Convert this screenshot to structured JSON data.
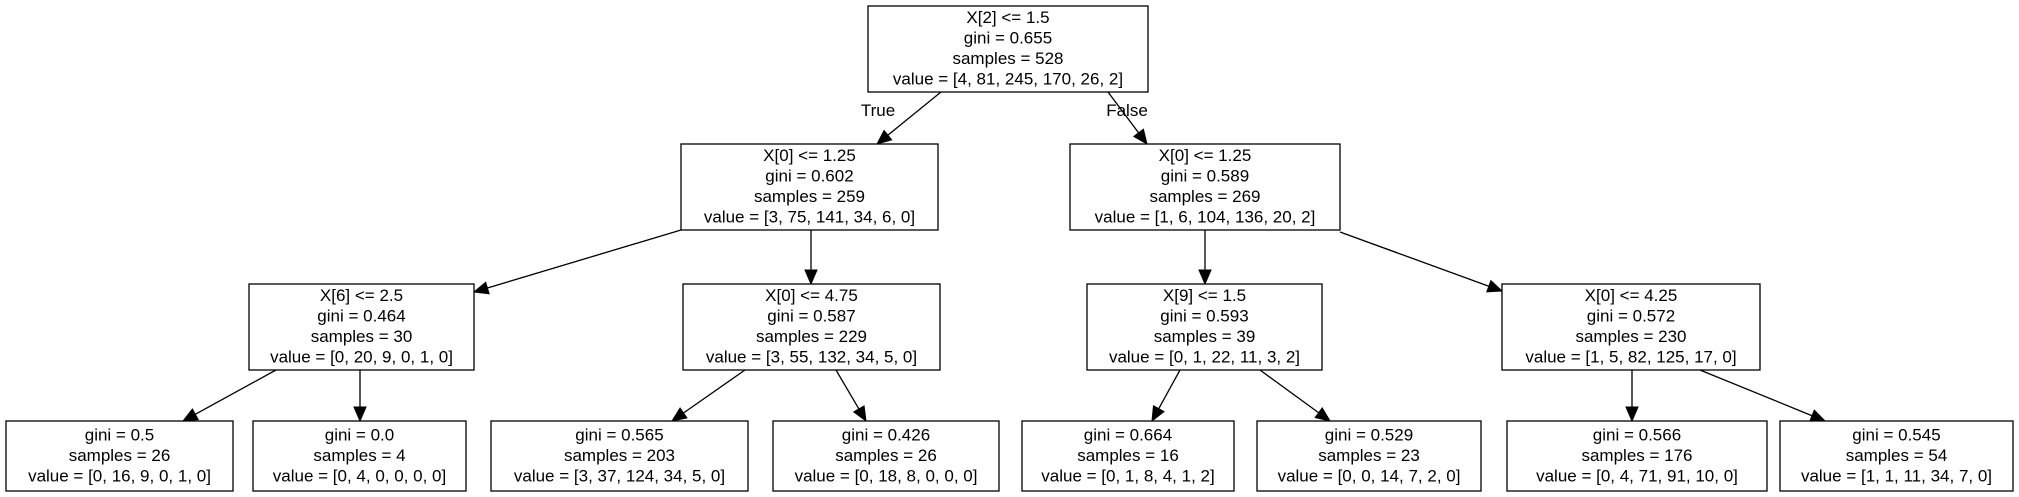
{
  "tree": {
    "nodes": [
      {
        "id": "n0",
        "lines": [
          "X[2] <= 1.5",
          "gini = 0.655",
          "samples = 528",
          "value = [4, 81, 245, 170, 26, 2]"
        ]
      },
      {
        "id": "n1",
        "lines": [
          "X[0] <= 1.25",
          "gini = 0.602",
          "samples = 259",
          "value = [3, 75, 141, 34, 6, 0]"
        ]
      },
      {
        "id": "n2",
        "lines": [
          "X[0] <= 1.25",
          "gini = 0.589",
          "samples = 269",
          "value = [1, 6, 104, 136, 20, 2]"
        ]
      },
      {
        "id": "n3",
        "lines": [
          "X[6] <= 2.5",
          "gini = 0.464",
          "samples = 30",
          "value = [0, 20, 9, 0, 1, 0]"
        ]
      },
      {
        "id": "n4",
        "lines": [
          "X[0] <= 4.75",
          "gini = 0.587",
          "samples = 229",
          "value = [3, 55, 132, 34, 5, 0]"
        ]
      },
      {
        "id": "n5",
        "lines": [
          "X[9] <= 1.5",
          "gini = 0.593",
          "samples = 39",
          "value = [0, 1, 22, 11, 3, 2]"
        ]
      },
      {
        "id": "n6",
        "lines": [
          "X[0] <= 4.25",
          "gini = 0.572",
          "samples = 230",
          "value = [1, 5, 82, 125, 17, 0]"
        ]
      },
      {
        "id": "n7",
        "lines": [
          "gini = 0.5",
          "samples = 26",
          "value = [0, 16, 9, 0, 1, 0]"
        ]
      },
      {
        "id": "n8",
        "lines": [
          "gini = 0.0",
          "samples = 4",
          "value = [0, 4, 0, 0, 0, 0]"
        ]
      },
      {
        "id": "n9",
        "lines": [
          "gini = 0.565",
          "samples = 203",
          "value = [3, 37, 124, 34, 5, 0]"
        ]
      },
      {
        "id": "n10",
        "lines": [
          "gini = 0.426",
          "samples = 26",
          "value = [0, 18, 8, 0, 0, 0]"
        ]
      },
      {
        "id": "n11",
        "lines": [
          "gini = 0.664",
          "samples = 16",
          "value = [0, 1, 8, 4, 1, 2]"
        ]
      },
      {
        "id": "n12",
        "lines": [
          "gini = 0.529",
          "samples = 23",
          "value = [0, 0, 14, 7, 2, 0]"
        ]
      },
      {
        "id": "n13",
        "lines": [
          "gini = 0.566",
          "samples = 176",
          "value = [0, 4, 71, 91, 10, 0]"
        ]
      },
      {
        "id": "n14",
        "lines": [
          "gini = 0.545",
          "samples = 54",
          "value = [1, 1, 11, 34, 7, 0]"
        ]
      }
    ],
    "edges": [
      {
        "from": "n0",
        "to": "n1",
        "label": "True"
      },
      {
        "from": "n0",
        "to": "n2",
        "label": "False"
      },
      {
        "from": "n1",
        "to": "n3",
        "label": ""
      },
      {
        "from": "n1",
        "to": "n4",
        "label": ""
      },
      {
        "from": "n2",
        "to": "n5",
        "label": ""
      },
      {
        "from": "n2",
        "to": "n6",
        "label": ""
      },
      {
        "from": "n3",
        "to": "n7",
        "label": ""
      },
      {
        "from": "n3",
        "to": "n8",
        "label": ""
      },
      {
        "from": "n4",
        "to": "n9",
        "label": ""
      },
      {
        "from": "n4",
        "to": "n10",
        "label": ""
      },
      {
        "from": "n5",
        "to": "n11",
        "label": ""
      },
      {
        "from": "n5",
        "to": "n12",
        "label": ""
      },
      {
        "from": "n6",
        "to": "n13",
        "label": ""
      },
      {
        "from": "n6",
        "to": "n14",
        "label": ""
      }
    ]
  }
}
